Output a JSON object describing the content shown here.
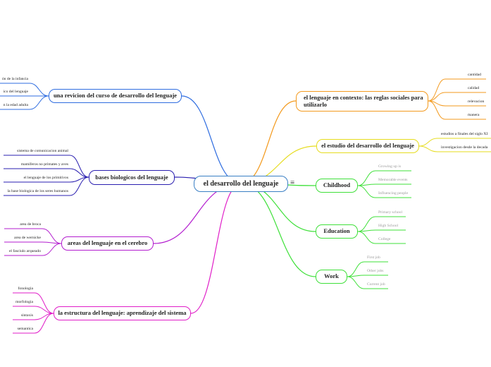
{
  "colors": {
    "center": "#3a7fc4",
    "blue": "#2f6de0",
    "navy": "#2a1fb0",
    "purple": "#b31ecf",
    "magenta": "#e01ec8",
    "orange": "#f39a1e",
    "yellow": "#e6dc1e",
    "green": "#3fe03a"
  },
  "center": {
    "title": "el desarrollo del lenguaje",
    "menu_icon": "menu-lines-icon"
  },
  "left": [
    {
      "title": "una revicion del curso de desarrollo del lenguaje",
      "leaves": [
        "ón de la infancia",
        "ico del lenguaje",
        "n la edad adulta"
      ]
    },
    {
      "title": "bases biologicos del lenguaje",
      "leaves": [
        "sistema de comunicacion animal",
        "mamiferos no primates y aves",
        "el lenguaje de los primitivos",
        "la base biologica de los seres humanos"
      ]
    },
    {
      "title": "areas del lenguaje en el cerebro",
      "leaves": [
        "area de broca",
        "area de wernicke",
        "el fasciulo arqueado"
      ]
    },
    {
      "title": "la estructura del lenguaje: aprendizaje del sistema",
      "leaves": [
        "fonologia",
        "morfologia",
        "sintaxis",
        "semantica"
      ]
    }
  ],
  "right": [
    {
      "title": "el lenguaje en contexto:  las reglas sociales para utilizarlo",
      "leaves": [
        "cantidad",
        "calidad",
        "relevacion",
        "manera"
      ]
    },
    {
      "title": "el estudio del desarrollo del lenguaje",
      "leaves": [
        "estudios a finales del siglo XI",
        "investigacion desde la decada"
      ]
    },
    {
      "title": "Childhood",
      "leaves": [
        "Growing up is",
        "Memorable events",
        "Influencing people"
      ]
    },
    {
      "title": "Education",
      "leaves": [
        "Primary school",
        "High School",
        "College"
      ]
    },
    {
      "title": "Work",
      "leaves": [
        "First job",
        "Other jobs",
        "Current job"
      ]
    }
  ]
}
